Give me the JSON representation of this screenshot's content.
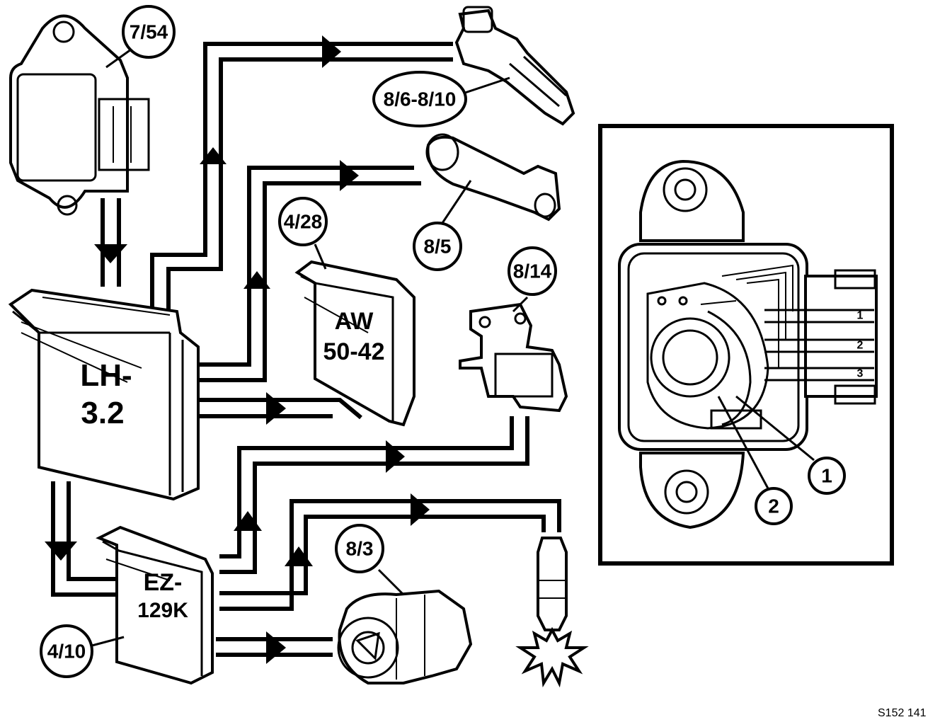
{
  "figure_ref": "S152 141",
  "callouts": {
    "c7_54": "7/54",
    "c8_6": "8/6-8/10",
    "c8_5": "8/5",
    "c4_28": "4/28",
    "c8_14": "8/14",
    "c8_3": "8/3",
    "c4_10": "4/10",
    "c1": "1",
    "c2": "2"
  },
  "modules": {
    "lh_line1": "LH-",
    "lh_line2": "3.2",
    "aw_line1": "AW",
    "aw_line2": "50-42",
    "ez_line1": "EZ-",
    "ez_line2": "129K"
  },
  "connector_pins": [
    "1",
    "2",
    "3"
  ]
}
